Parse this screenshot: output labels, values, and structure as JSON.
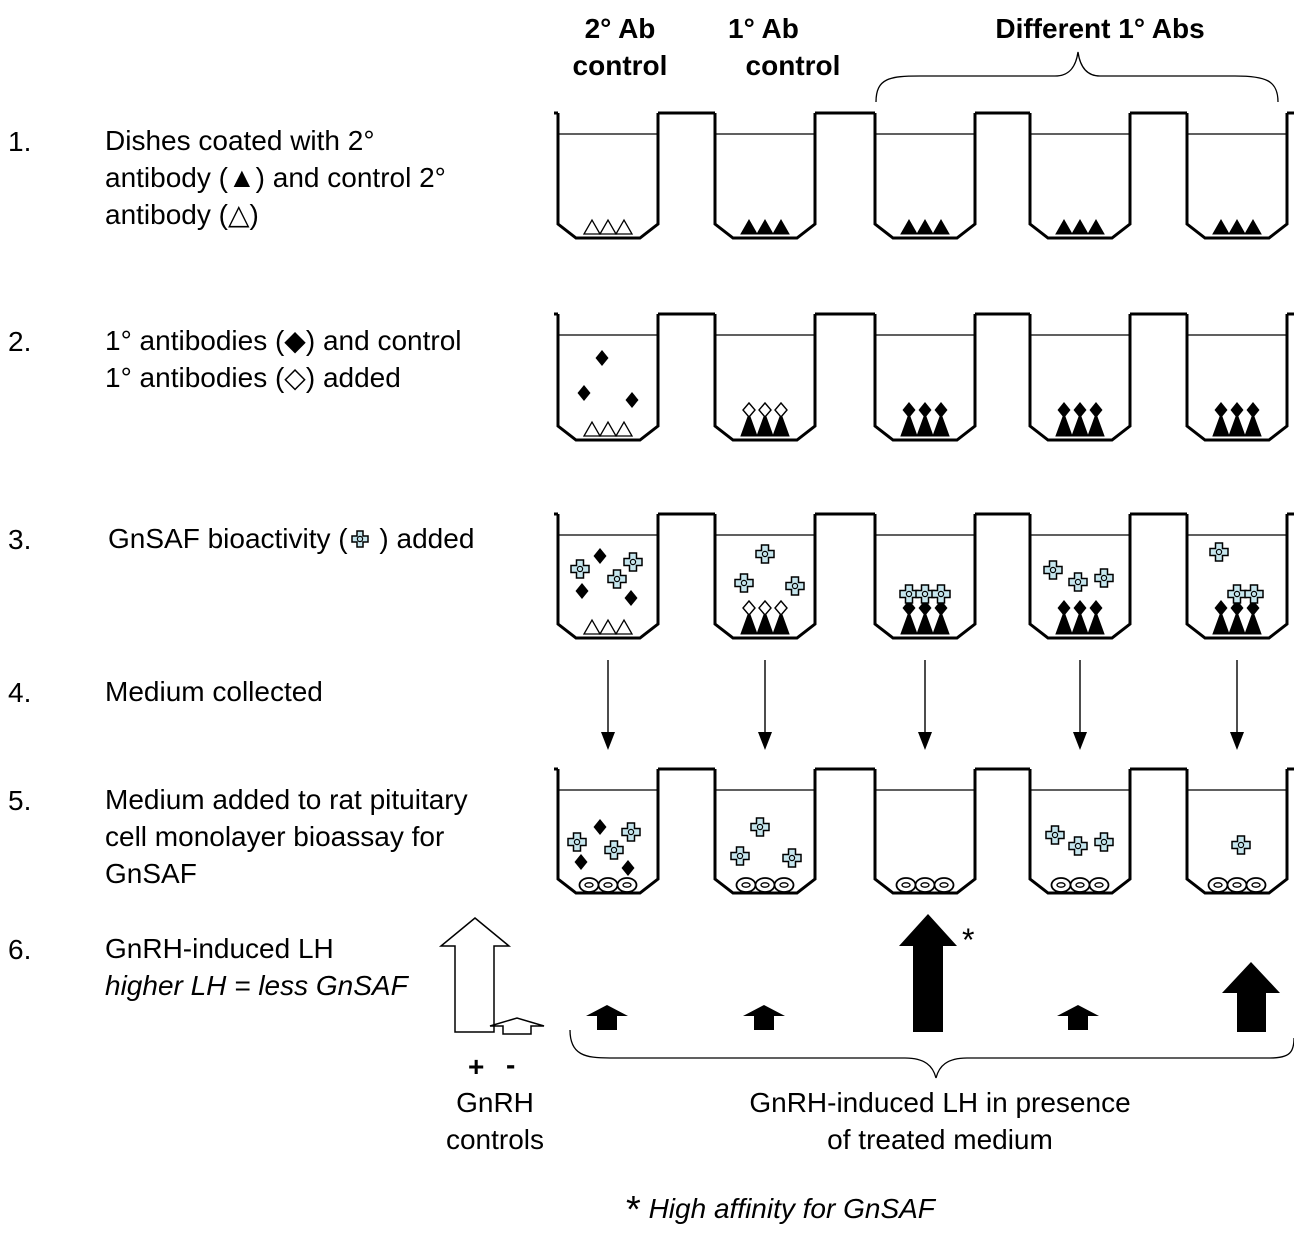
{
  "headers": {
    "col1": [
      "2° Ab",
      "control"
    ],
    "col2": [
      "1° Ab",
      "control"
    ],
    "group": "Different 1° Abs"
  },
  "steps": [
    {
      "num": "1.",
      "lines": [
        "Dishes  coated with 2°",
        "antibody (▲) and control 2°",
        "antibody (△)"
      ]
    },
    {
      "num": "2.",
      "lines": [
        "1° antibodies (◆) and control",
        "1° antibodies (◇) added"
      ]
    },
    {
      "num": "3.",
      "lines": [
        "GnSAF bioactivity (",
        " ) added"
      ]
    },
    {
      "num": "4.",
      "lines": [
        "Medium collected"
      ]
    },
    {
      "num": "5.",
      "lines": [
        "Medium added to rat pituitary",
        "cell monolayer bioassay for",
        "GnSAF"
      ]
    },
    {
      "num": "6.",
      "lines": [
        "GnRH-induced LH",
        "higher LH = less GnSAF"
      ]
    }
  ],
  "controls": {
    "plus": "+",
    "minus": "-",
    "label_lines": [
      "GnRH",
      "controls"
    ]
  },
  "treated_label_lines": [
    "GnRH-induced LH in presence",
    "of treated medium"
  ],
  "asterisk": "*",
  "footnote": "High affinity for GnSAF",
  "colors": {
    "ink": "#000000",
    "gnsaf_fill": "#c6e6ee"
  },
  "icons": {
    "coated_2nd_ab": "filled-triangle-icon",
    "control_2nd_ab": "open-triangle-icon",
    "primary_ab": "filled-diamond-icon",
    "control_primary_ab": "open-diamond-icon",
    "gnsaf": "plus-circle-icon",
    "pituitary_cell": "cell-icon"
  },
  "lh_response": {
    "gnrh_plus_control": "high",
    "gnrh_minus_control": "low",
    "wells": [
      "low",
      "low",
      "high",
      "low",
      "medium"
    ],
    "asterisk_well": 3
  }
}
